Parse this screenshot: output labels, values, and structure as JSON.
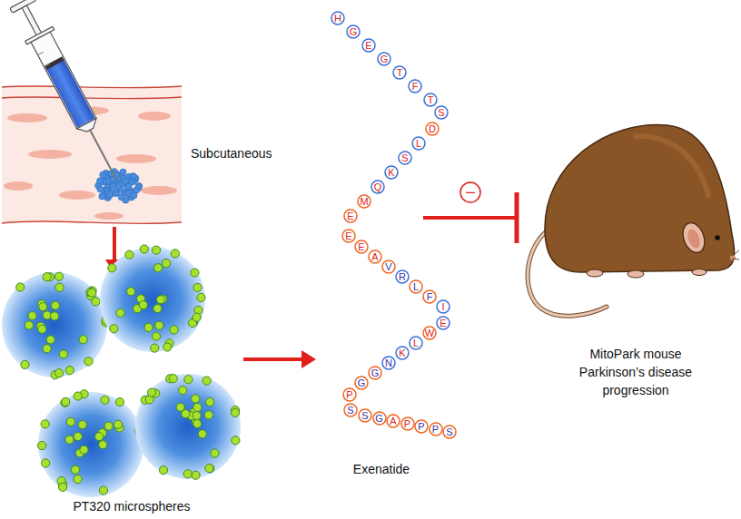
{
  "diagram": {
    "nodes": [
      {
        "text": [
          "H"
        ]
      },
      {
        "text": [
          "G"
        ]
      },
      {
        "text": [
          "E"
        ]
      },
      {
        "text": [
          "G"
        ]
      },
      {
        "text": [
          "T"
        ]
      },
      {
        "text": [
          "F"
        ]
      },
      {
        "text": [
          "T"
        ]
      },
      {
        "text": [
          "S"
        ]
      },
      {
        "text": [
          "D"
        ]
      },
      {
        "text": [
          "L"
        ]
      },
      {
        "text": [
          "S"
        ]
      },
      {
        "text": [
          "K"
        ]
      },
      {
        "text": [
          "Q"
        ]
      },
      {
        "text": [
          "M"
        ]
      },
      {
        "text": [
          "E"
        ]
      },
      {
        "text": [
          "E"
        ]
      },
      {
        "text": [
          "E"
        ]
      },
      {
        "text": [
          "A"
        ]
      },
      {
        "text": [
          "V"
        ]
      },
      {
        "text": [
          "R"
        ]
      },
      {
        "text": [
          "L"
        ]
      },
      {
        "text": [
          "F"
        ]
      },
      {
        "text": [
          "I"
        ]
      },
      {
        "text": [
          "E"
        ]
      },
      {
        "text": [
          "W"
        ]
      },
      {
        "text": [
          "L"
        ]
      },
      {
        "text": [
          "K"
        ]
      },
      {
        "text": [
          "N"
        ]
      },
      {
        "text": [
          "G"
        ]
      },
      {
        "text": [
          "G"
        ]
      },
      {
        "text": [
          "P"
        ]
      },
      {
        "text": [
          "S"
        ]
      },
      {
        "text": [
          "S"
        ]
      },
      {
        "text": [
          "G"
        ]
      },
      {
        "text": [
          "A"
        ]
      },
      {
        "text": [
          "P"
        ]
      },
      {
        "text": [
          "P"
        ]
      },
      {
        "text": [
          "P"
        ]
      },
      {
        "text": [
          "S"
        ]
      },
      {
        "text": [
          "−"
        ]
      }
    ],
    "labels": [
      "Subcutaneous",
      "PT320 microspheres",
      "Exenatide",
      "MitoPark mouse Parkinson’s disease progression"
    ]
  }
}
